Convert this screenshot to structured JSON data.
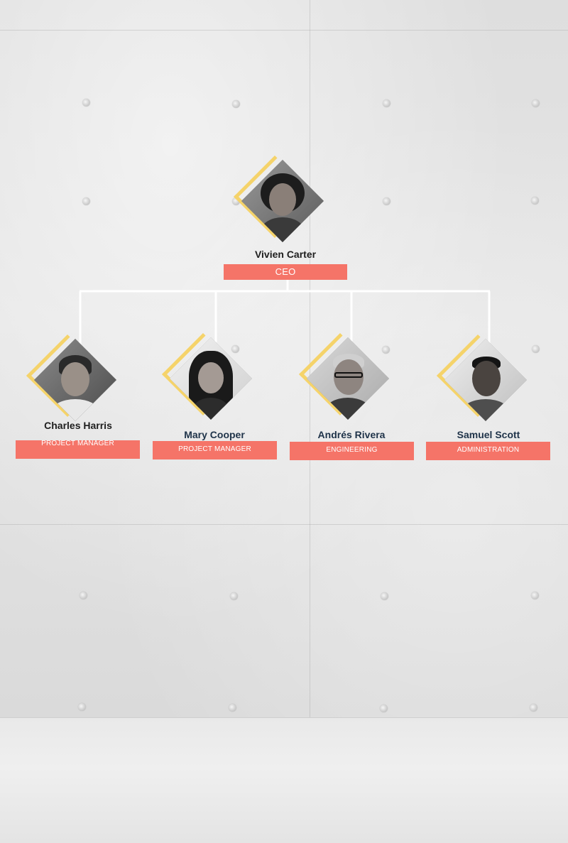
{
  "org_chart": {
    "root": {
      "name": "Vivien Carter",
      "title": "CEO"
    },
    "children": [
      {
        "name": "Charles Harris",
        "title": "PROJECT MANAGER"
      },
      {
        "name": "Mary Cooper",
        "title": "PROJECT MANAGER"
      },
      {
        "name": "Andrés Rivera",
        "title": "ENGINEERING"
      },
      {
        "name": "Samuel Scott",
        "title": "ADMINISTRATION"
      }
    ]
  },
  "colors": {
    "accent_bar": "#f57468",
    "frame_yellow": "#f5d36a",
    "name_dark": "#1e1e1e",
    "name_navy": "#1f3349",
    "connector": "#ffffff"
  }
}
